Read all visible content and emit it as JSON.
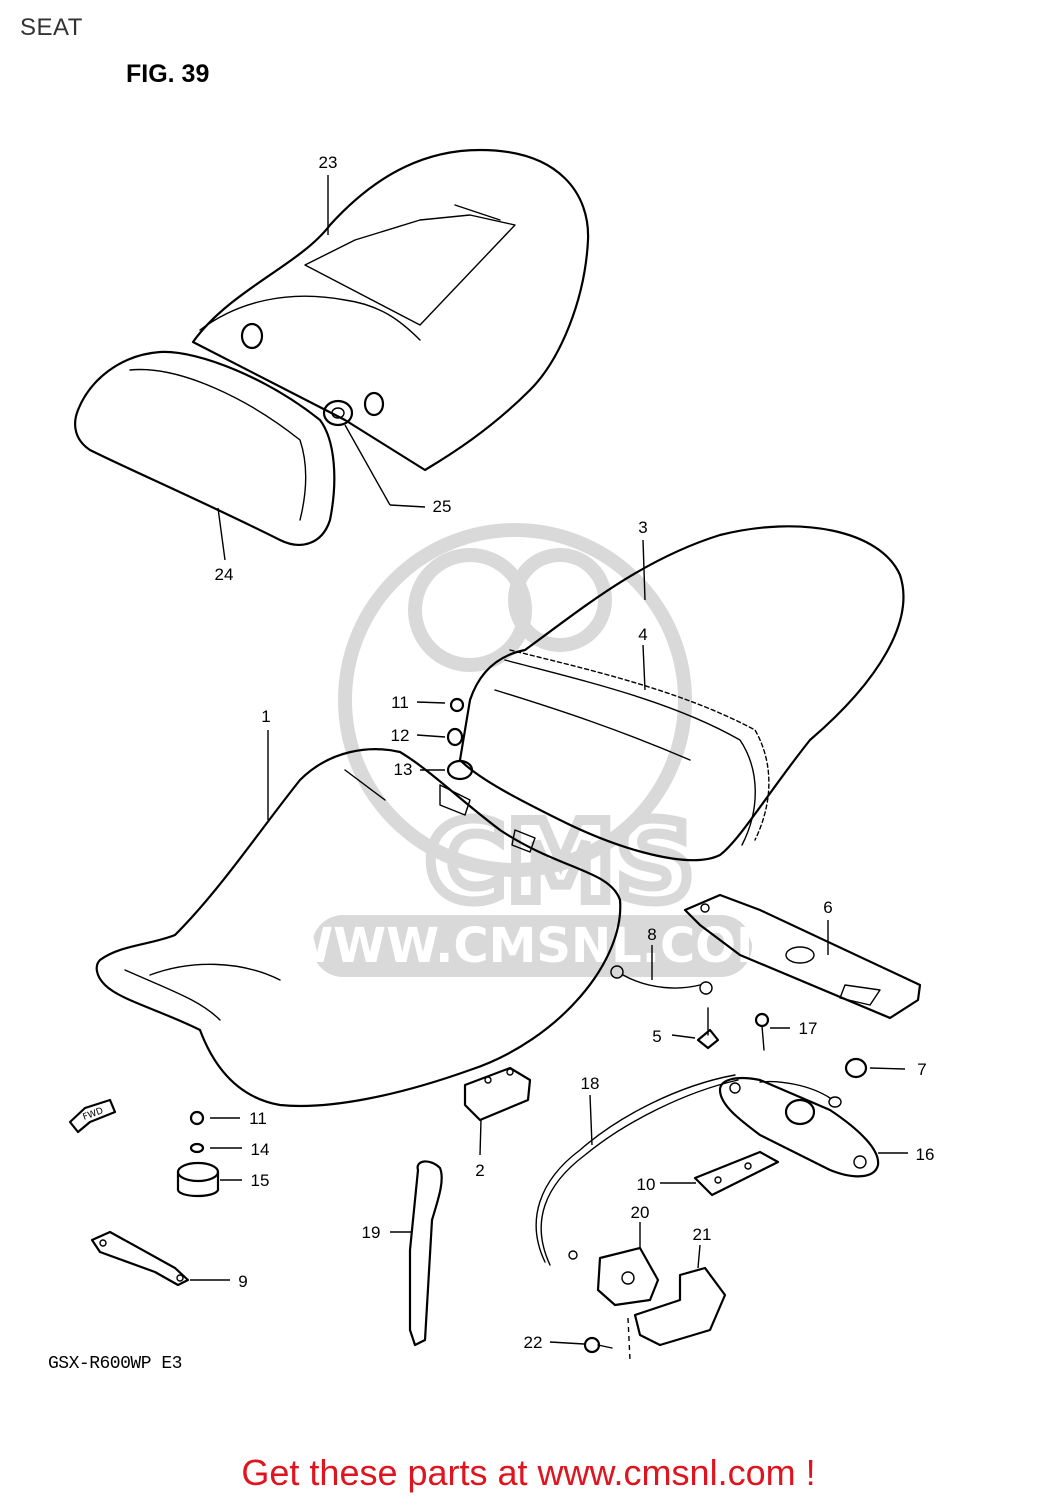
{
  "page": {
    "title": "SEAT",
    "figure": "FIG. 39",
    "model": "GSX-R600WP E3",
    "footer": "Get these parts at www.cmsnl.com !",
    "watermark_text": "WWW.CMSNL.COM",
    "watermark_logo": "CMS",
    "fwd_label": "FWD"
  },
  "callouts": [
    "1",
    "2",
    "3",
    "4",
    "5",
    "6",
    "7",
    "8",
    "9",
    "10",
    "11",
    "12",
    "13",
    "11",
    "14",
    "15",
    "16",
    "17",
    "18",
    "19",
    "20",
    "21",
    "22",
    "23",
    "24",
    "25"
  ],
  "colors": {
    "footer": "#e0141e",
    "watermark": "#d9d9d9",
    "ink": "#000000"
  }
}
